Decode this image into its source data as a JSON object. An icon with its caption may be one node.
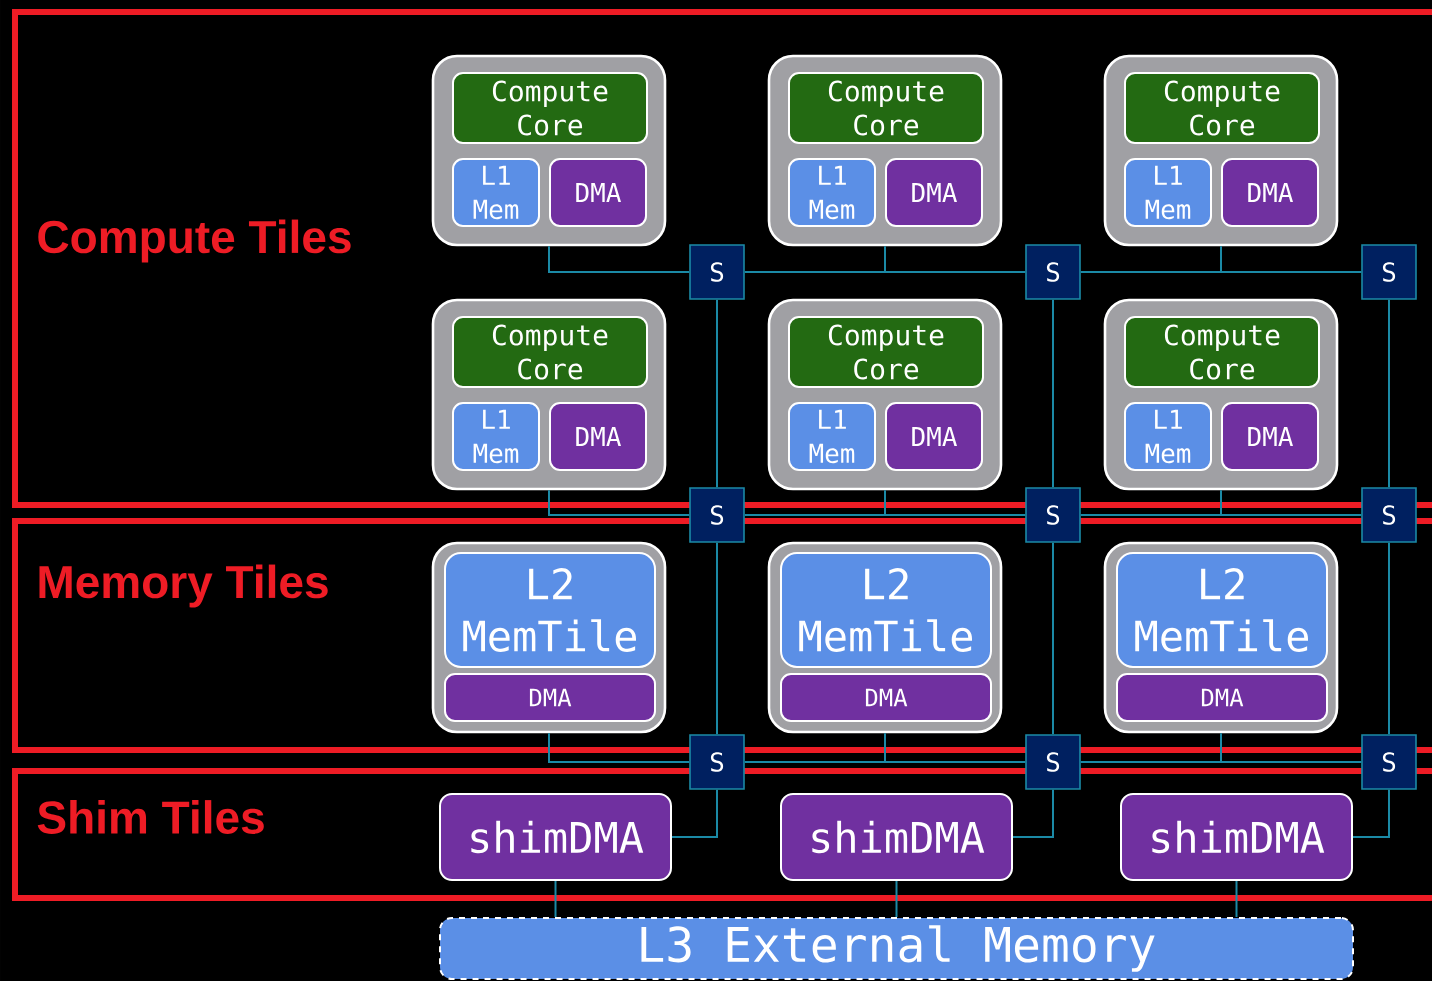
{
  "diagram": {
    "nodes": [
      {
        "text": [
          "Compute Tiles"
        ]
      },
      {
        "text": [],
        "shape": "box",
        "in": 0
      },
      {
        "text": [
          "Compute Core"
        ],
        "in": 1
      },
      {
        "text": [
          "L1 Mem"
        ],
        "in": 1
      },
      {
        "text": [
          "DMA"
        ],
        "in": 1
      },
      {
        "text": [],
        "shape": "box",
        "in": 0
      },
      {
        "text": [
          "Compute Core"
        ],
        "in": 5
      },
      {
        "text": [
          "L1 Mem"
        ],
        "in": 5
      },
      {
        "text": [
          "DMA"
        ],
        "in": 5
      },
      {
        "text": [],
        "shape": "box",
        "in": 0
      },
      {
        "text": [
          "Compute Core"
        ],
        "in": 9
      },
      {
        "text": [
          "L1 Mem"
        ],
        "in": 9
      },
      {
        "text": [
          "DMA"
        ],
        "in": 9
      },
      {
        "text": [
          "S"
        ],
        "in": 0
      },
      {
        "text": [
          "S"
        ],
        "in": 0
      },
      {
        "text": [
          "S"
        ],
        "in": 0
      },
      {
        "text": [],
        "shape": "box",
        "in": 0
      },
      {
        "text": [
          "Compute Core"
        ],
        "in": 16
      },
      {
        "text": [
          "L1 Mem"
        ],
        "in": 16
      },
      {
        "text": [
          "DMA"
        ],
        "in": 16
      },
      {
        "text": [],
        "shape": "box",
        "in": 0
      },
      {
        "text": [
          "Compute Core"
        ],
        "in": 20
      },
      {
        "text": [
          "L1 Mem"
        ],
        "in": 20
      },
      {
        "text": [
          "DMA"
        ],
        "in": 20
      },
      {
        "text": [],
        "shape": "box",
        "in": 0
      },
      {
        "text": [
          "Compute Core"
        ],
        "in": 24
      },
      {
        "text": [
          "L1 Mem"
        ],
        "in": 24
      },
      {
        "text": [
          "DMA"
        ],
        "in": 24
      },
      {
        "text": [
          "S"
        ]
      },
      {
        "text": [
          "S"
        ]
      },
      {
        "text": [
          "S"
        ]
      },
      {
        "text": [
          "Memory Tiles"
        ]
      },
      {
        "text": [],
        "shape": "box",
        "in": 31
      },
      {
        "text": [
          "L2 MemTile"
        ],
        "in": 32
      },
      {
        "text": [
          "DMA"
        ],
        "in": 32
      },
      {
        "text": [],
        "shape": "box",
        "in": 31
      },
      {
        "text": [
          "L2 MemTile"
        ],
        "in": 35
      },
      {
        "text": [
          "DMA"
        ],
        "in": 35
      },
      {
        "text": [],
        "shape": "box",
        "in": 31
      },
      {
        "text": [
          "L2 MemTile"
        ],
        "in": 38
      },
      {
        "text": [
          "DMA"
        ],
        "in": 38
      },
      {
        "text": [
          "S"
        ]
      },
      {
        "text": [
          "S"
        ]
      },
      {
        "text": [
          "S"
        ]
      },
      {
        "text": [
          "Shim Tiles"
        ]
      },
      {
        "text": [
          "shimDMA"
        ],
        "in": 44
      },
      {
        "text": [
          "shimDMA"
        ],
        "in": 44
      },
      {
        "text": [
          "shimDMA"
        ],
        "in": 44
      },
      {
        "text": [
          "L3 External Memory"
        ]
      }
    ],
    "edges": [
      {
        "from": 1,
        "to": 13,
        "arrow": "none"
      },
      {
        "from": 5,
        "to": 14,
        "arrow": "none"
      },
      {
        "from": 9,
        "to": 15,
        "arrow": "none"
      },
      {
        "from": 13,
        "to": 14,
        "arrow": "none"
      },
      {
        "from": 14,
        "to": 15,
        "arrow": "none"
      },
      {
        "from": 13,
        "to": 28,
        "arrow": "none"
      },
      {
        "from": 14,
        "to": 29,
        "arrow": "none"
      },
      {
        "from": 15,
        "to": 30,
        "arrow": "none"
      },
      {
        "from": 16,
        "to": 28,
        "arrow": "none"
      },
      {
        "from": 20,
        "to": 29,
        "arrow": "none"
      },
      {
        "from": 24,
        "to": 30,
        "arrow": "none"
      },
      {
        "from": 28,
        "to": 29,
        "arrow": "none"
      },
      {
        "from": 29,
        "to": 30,
        "arrow": "none"
      },
      {
        "from": 28,
        "to": 41,
        "arrow": "none"
      },
      {
        "from": 29,
        "to": 42,
        "arrow": "none"
      },
      {
        "from": 30,
        "to": 43,
        "arrow": "none"
      },
      {
        "from": 32,
        "to": 41,
        "arrow": "none"
      },
      {
        "from": 35,
        "to": 42,
        "arrow": "none"
      },
      {
        "from": 38,
        "to": 43,
        "arrow": "none"
      },
      {
        "from": 41,
        "to": 42,
        "arrow": "none"
      },
      {
        "from": 42,
        "to": 43,
        "arrow": "none"
      },
      {
        "from": 45,
        "to": 41,
        "arrow": "none"
      },
      {
        "from": 46,
        "to": 42,
        "arrow": "none"
      },
      {
        "from": 47,
        "to": 43,
        "arrow": "none"
      },
      {
        "from": 45,
        "to": 48,
        "arrow": "none"
      },
      {
        "from": 46,
        "to": 48,
        "arrow": "none"
      },
      {
        "from": 47,
        "to": 48,
        "arrow": "none"
      }
    ]
  }
}
